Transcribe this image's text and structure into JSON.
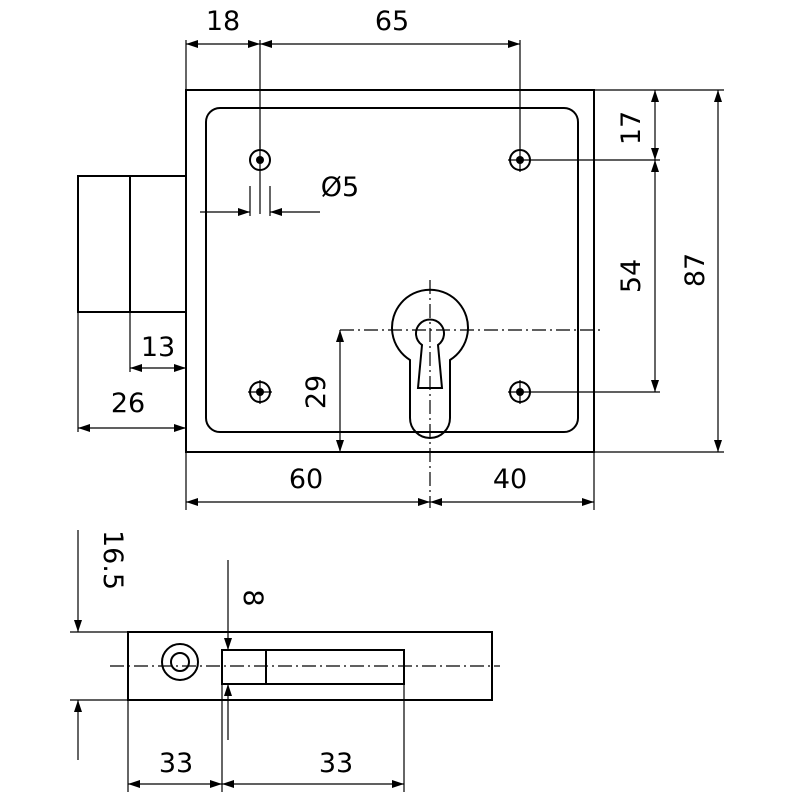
{
  "title": "Rim lock technical drawing",
  "dimensions": {
    "d18": "18",
    "d65": "65",
    "dia5": "Ø5",
    "d17": "17",
    "d54": "54",
    "d87": "87",
    "d29": "29",
    "d60": "60",
    "d40": "40",
    "d13": "13",
    "d26": "26",
    "d16_5": "16.5",
    "d8": "8",
    "d33a": "33",
    "d33b": "33"
  }
}
